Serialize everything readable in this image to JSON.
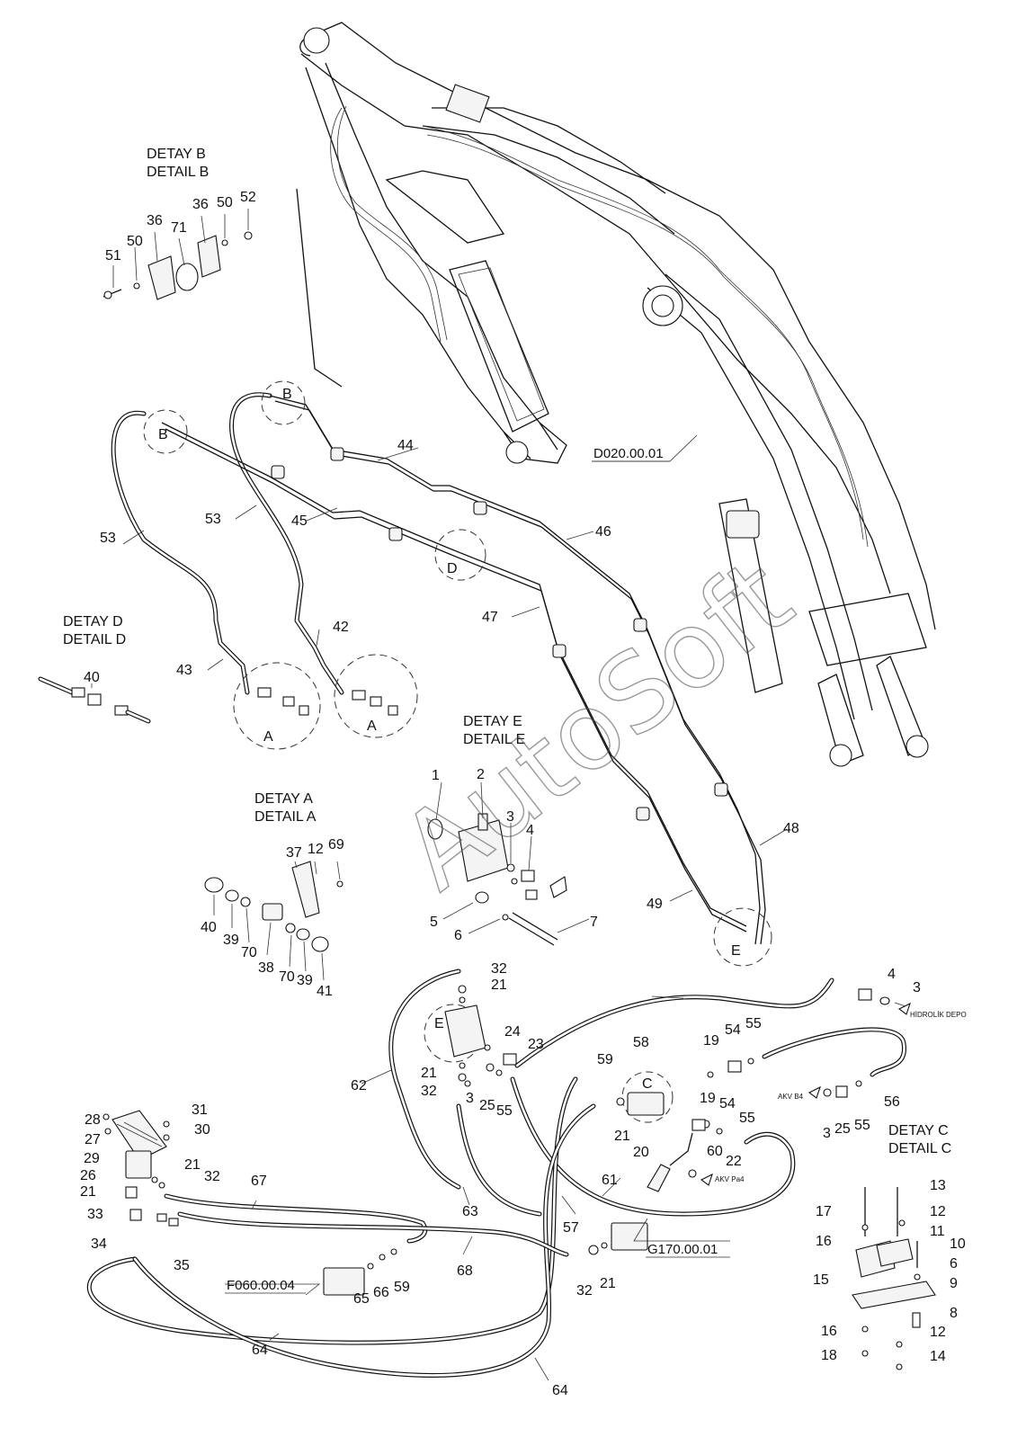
{
  "details": {
    "b": {
      "tr": "DETAY B",
      "en": "DETAIL B"
    },
    "d": {
      "tr": "DETAY D",
      "en": "DETAIL D"
    },
    "e": {
      "tr": "DETAY E",
      "en": "DETAIL E"
    },
    "a": {
      "tr": "DETAY A",
      "en": "DETAIL A"
    },
    "c": {
      "tr": "DETAY C",
      "en": "DETAIL C"
    }
  },
  "references": {
    "boom": "D020.00.01",
    "tank": "F060.00.04",
    "valve": "G170.00.01"
  },
  "annotations": {
    "tank_port": "HİDROLİK DEPO",
    "akv_b4": "AKV B4",
    "akv_pa4": "AKV Pa4"
  },
  "watermark": "AutoSoft",
  "circle_letters": {
    "a": "A",
    "b": "B",
    "c": "C",
    "d": "D",
    "e": "E"
  },
  "part_numbers": {
    "p1": "1",
    "p2": "2",
    "p3": "3",
    "p4": "4",
    "p5": "5",
    "p6": "6",
    "p7": "7",
    "p8": "8",
    "p9": "9",
    "p10": "10",
    "p11": "11",
    "p12": "12",
    "p13": "13",
    "p14": "14",
    "p15": "15",
    "p16": "16",
    "p17": "17",
    "p18": "18",
    "p19": "19",
    "p20": "20",
    "p21": "21",
    "p22": "22",
    "p23": "23",
    "p24": "24",
    "p25": "25",
    "p26": "26",
    "p27": "27",
    "p28": "28",
    "p29": "29",
    "p30": "30",
    "p31": "31",
    "p32": "32",
    "p33": "33",
    "p34": "34",
    "p35": "35",
    "p36": "36",
    "p37": "37",
    "p38": "38",
    "p39": "39",
    "p40": "40",
    "p41": "41",
    "p42": "42",
    "p43": "43",
    "p44": "44",
    "p45": "45",
    "p46": "46",
    "p47": "47",
    "p48": "48",
    "p49": "49",
    "p50": "50",
    "p51": "51",
    "p52": "52",
    "p53": "53",
    "p54": "54",
    "p55": "55",
    "p56": "56",
    "p57": "57",
    "p58": "58",
    "p59": "59",
    "p60": "60",
    "p61": "61",
    "p62": "62",
    "p63": "63",
    "p64": "64",
    "p65": "65",
    "p66": "66",
    "p67": "67",
    "p68": "68",
    "p69": "69",
    "p70": "70",
    "p71": "71"
  }
}
